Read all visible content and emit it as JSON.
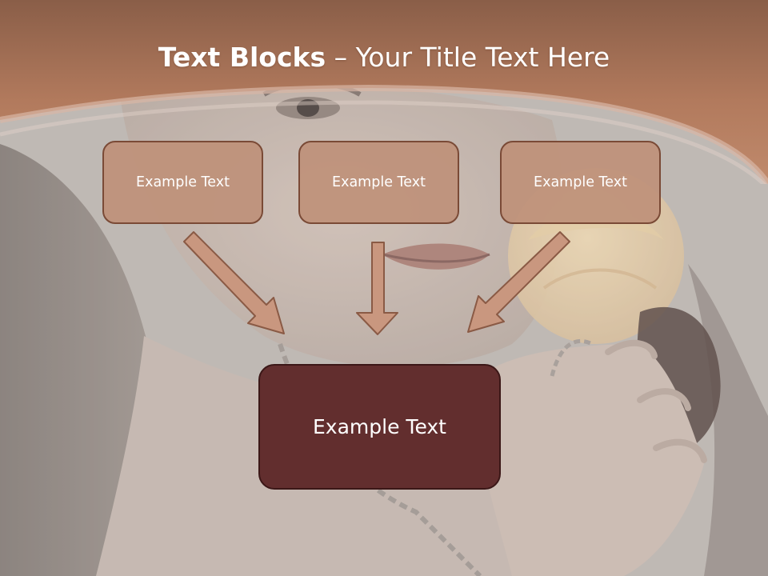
{
  "slide": {
    "title_bold": "Text Blocks",
    "title_rest": " – Your Title Text Here",
    "boxes": [
      {
        "label": "Example Text"
      },
      {
        "label": "Example Text"
      },
      {
        "label": "Example Text"
      }
    ],
    "main_box": {
      "label": "Example Text"
    }
  },
  "colors": {
    "header_band": "#b57a5e",
    "box_fill": "#be917a",
    "box_border": "#7a4a36",
    "main_box_fill": "#622e2e",
    "arrow_fill": "#c9977f"
  },
  "icons": {
    "arrow": "down-arrow-icon"
  }
}
